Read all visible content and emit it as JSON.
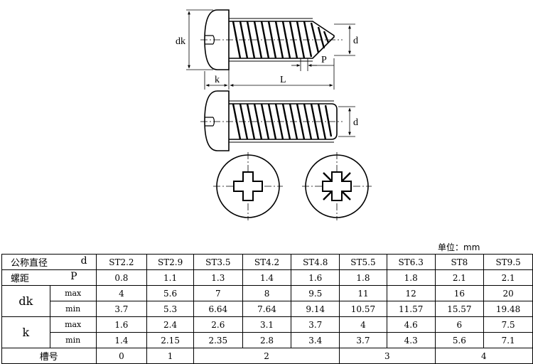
{
  "drawing": {
    "labels": {
      "dk": "dk",
      "d_top": "d",
      "p": "P",
      "k": "k",
      "l": "L",
      "d_bottom": "d"
    }
  },
  "unit_label": "单位：mm",
  "table": {
    "header": {
      "name": "公称直径",
      "symbol": "d",
      "sizes": [
        "ST2.2",
        "ST2.9",
        "ST3.5",
        "ST4.2",
        "ST4.8",
        "ST5.5",
        "ST6.3",
        "ST8",
        "ST9.5"
      ]
    },
    "pitch": {
      "name": "螺距",
      "symbol": "P",
      "values": [
        "0.8",
        "1.1",
        "1.3",
        "1.4",
        "1.6",
        "1.8",
        "1.8",
        "2.1",
        "2.1"
      ]
    },
    "dk": {
      "label": "dk",
      "max_label": "max",
      "min_label": "min",
      "max": [
        "4",
        "5.6",
        "7",
        "8",
        "9.5",
        "11",
        "12",
        "16",
        "20"
      ],
      "min": [
        "3.7",
        "5.3",
        "6.64",
        "7.64",
        "9.14",
        "10.57",
        "11.57",
        "15.57",
        "19.48"
      ]
    },
    "k": {
      "label": "k",
      "max_label": "max",
      "min_label": "min",
      "max": [
        "1.6",
        "2.4",
        "2.6",
        "3.1",
        "3.7",
        "4",
        "4.6",
        "6",
        "7.5"
      ],
      "min": [
        "1.4",
        "2.15",
        "2.35",
        "2.8",
        "3.4",
        "3.7",
        "4.3",
        "5.6",
        "7.1"
      ]
    },
    "slot": {
      "name": "槽号",
      "values": [
        "0",
        "1",
        "2",
        "3",
        "4"
      ]
    }
  }
}
